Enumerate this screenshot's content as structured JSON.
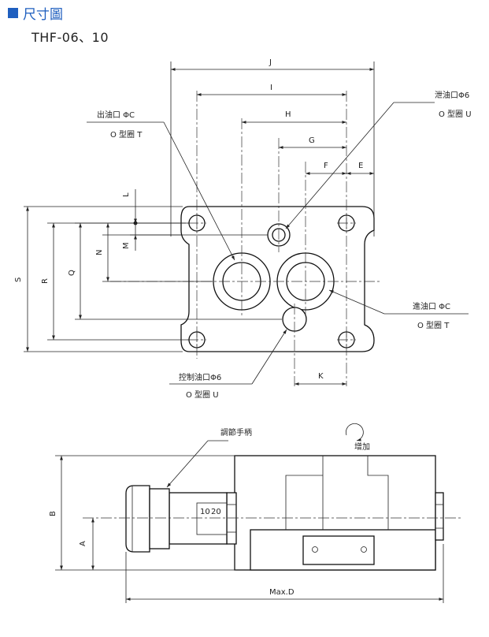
{
  "header": {
    "title": "尺寸圖",
    "model": "THF-06、10"
  },
  "top_view": {
    "dims": {
      "J": "J",
      "I": "I",
      "H": "H",
      "G": "G",
      "F": "F",
      "E": "E",
      "L": "L",
      "M": "M",
      "N": "N",
      "Q": "Q",
      "R": "R",
      "S": "S",
      "K": "K"
    },
    "callouts": {
      "outlet": "出油口 ΦC",
      "outlet_oring": "O 型圈 T",
      "drain": "泄油口Φ6",
      "drain_oring": "O 型圈 U",
      "inlet": "進油口 ΦC",
      "inlet_oring": "O 型圈 T",
      "pilot": "控制油口Φ6",
      "pilot_oring": "O 型圈 U"
    }
  },
  "side_view": {
    "handle_label": "調節手柄",
    "increase_label": "增加",
    "tick_10": "10",
    "tick_20": "20",
    "dim_a": "A",
    "dim_b": "B",
    "dim_maxd": "Max.D"
  }
}
